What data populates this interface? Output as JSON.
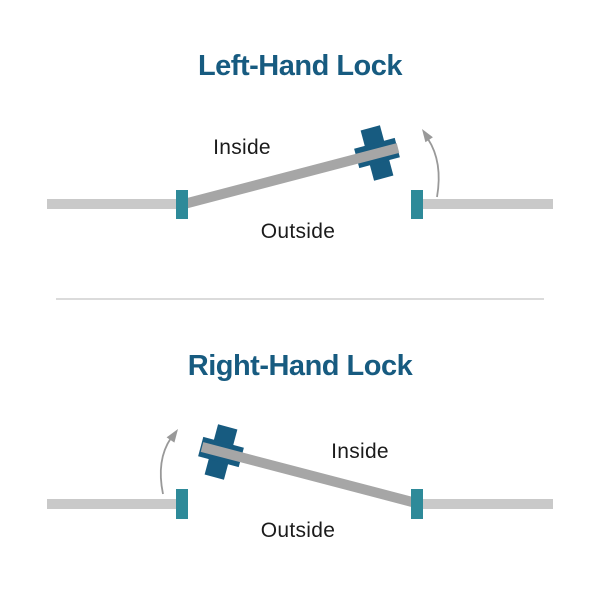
{
  "colors": {
    "accent_blue": "#175B80",
    "teal": "#2E8A99",
    "wall_gray": "#C9C9C9",
    "door_gray": "#A6A6A6",
    "arrow_gray": "#999999",
    "text_dark": "#1B1B1B",
    "divider_gray": "#DBDBDB",
    "page_bg": "#FFFFFF"
  },
  "sections": [
    {
      "title": "Left-Hand Lock",
      "hinge_side": "left",
      "labels": {
        "inside": "Inside",
        "outside": "Outside"
      }
    },
    {
      "title": "Right-Hand Lock",
      "hinge_side": "right",
      "labels": {
        "inside": "Inside",
        "outside": "Outside"
      }
    }
  ]
}
